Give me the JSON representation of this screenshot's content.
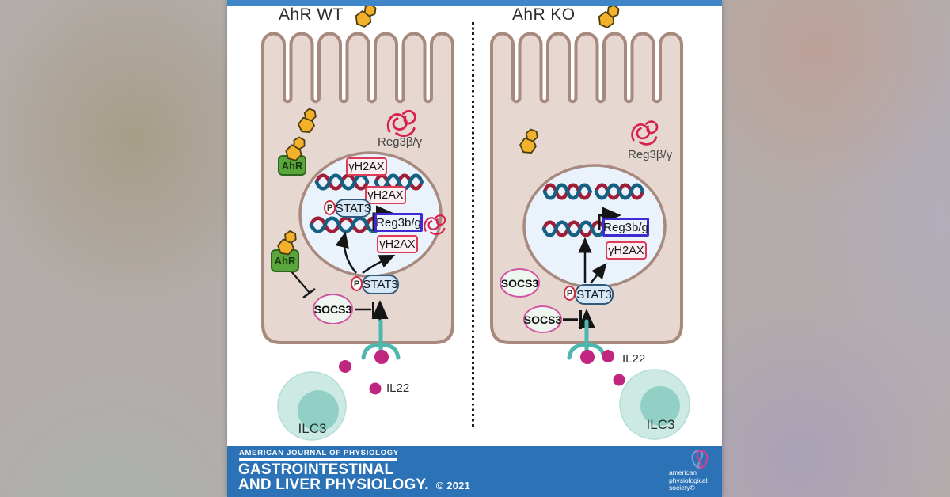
{
  "colors": {
    "banner_blue": "#2c72b6",
    "top_bar_blue": "#3e86c7",
    "cell_fill": "#e6d8d1",
    "cell_border": "#a8897d",
    "nucleus_fill": "#eaf2fb",
    "dna_red": "#9f1f38",
    "dna_blue": "#156184",
    "ligand_yellow": "#f3b12b",
    "ahr_green": "#5aa53c",
    "il22_magenta": "#c0267f",
    "receptor_teal": "#4db6ae",
    "ilc3_fill": "#cde9e4",
    "h2ax_box_red": "#dc3c57",
    "gene_box_blue": "#3e2bd1",
    "socs3_pink": "#d155a0",
    "reg3_squiggle_red": "#d6214e"
  },
  "panels": {
    "wt": {
      "title": "AhR WT",
      "reg3_protein_label": "Reg3β/γ",
      "h2ax_labels": [
        "γH2AX",
        "γH2AX",
        "γH2AX"
      ],
      "gene_label": "Reg3b/g",
      "stat3_nuclear": {
        "p": "P",
        "label": "STAT3"
      },
      "stat3_cytoplasmic": {
        "p": "P",
        "label": "STAT3"
      },
      "socs3_labels": [
        "SOCS3"
      ],
      "ahr_labels": [
        "AhR",
        "AhR"
      ],
      "il22_label": "IL22",
      "ilc3_label": "ILC3"
    },
    "ko": {
      "title": "AhR KO",
      "reg3_protein_label": "Reg3β/γ",
      "h2ax_labels": [
        "γH2AX"
      ],
      "gene_label": "Reg3b/g",
      "stat3_cytoplasmic": {
        "p": "P",
        "label": "STAT3"
      },
      "socs3_labels": [
        "SOCS3",
        "SOCS3"
      ],
      "il22_label": "IL22",
      "ilc3_label": "ILC3"
    }
  },
  "banner": {
    "series": "AMERICAN JOURNAL OF PHYSIOLOGY",
    "title_line1": "GASTROINTESTINAL",
    "title_line2": "AND LIVER PHYSIOLOGY.",
    "copyright": "© 2021",
    "publisher": {
      "line1": "american",
      "line2": "physiological",
      "line3": "society®"
    }
  }
}
